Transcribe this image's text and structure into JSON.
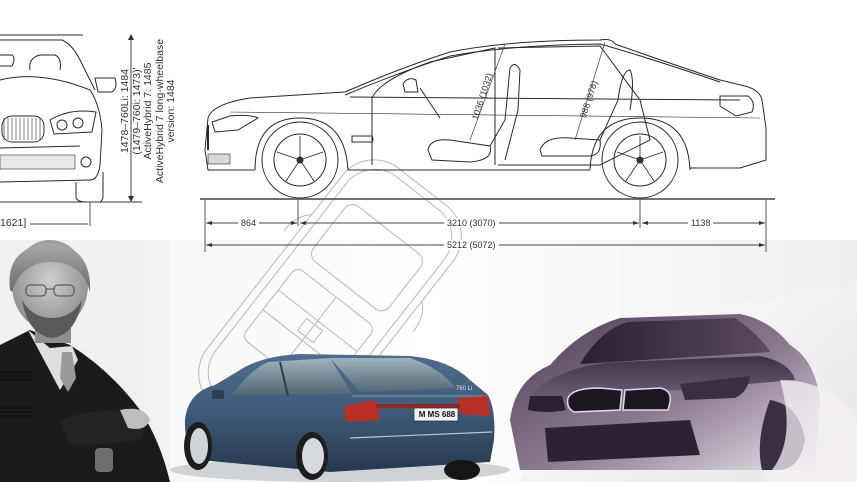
{
  "front_view": {
    "height_label_lines": [
      "1478–760Li: 1484",
      "(1479–760i: 1473)'",
      "ActiveHybrid 7: 1485",
      "ActiveHybrid 7 long-wheelbase",
      "version: 1484"
    ],
    "width_label_fragment": "1621]"
  },
  "side_view": {
    "headroom_front": "1036 (1032)",
    "headroom_rear": "988 (978)",
    "front_overhang": "864",
    "wheelbase": "3210 (3070)",
    "rear_overhang": "1138",
    "overall_length": "5212 (5072)"
  },
  "rear_car_photo": {
    "plate": "M MS 688",
    "badge": "760 Li",
    "color": "#3e5a78"
  },
  "concept_sketch": {
    "tint": "#5a3f63"
  },
  "colors": {
    "line": "#2a2a2a",
    "dim_line": "#444444",
    "background": "#ffffff",
    "sketch_bg": "#f2f0ee"
  }
}
